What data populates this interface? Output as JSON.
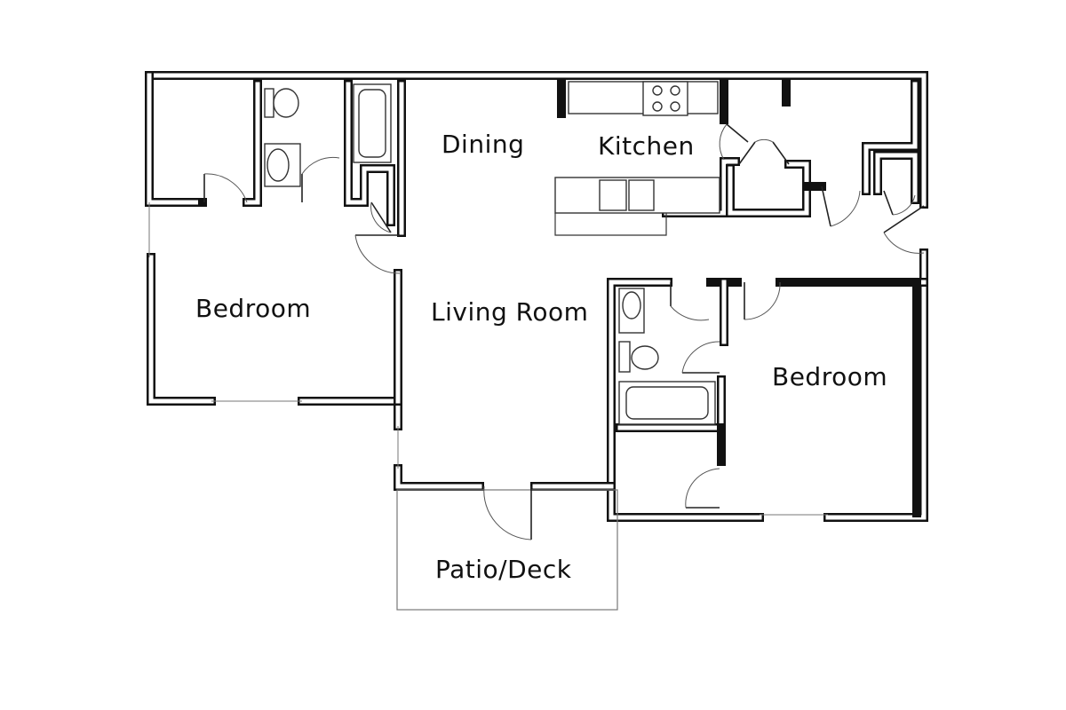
{
  "rooms": {
    "bedroom_left": "Bedroom",
    "dining": "Dining",
    "kitchen": "Kitchen",
    "living_room": "Living Room",
    "bedroom_right": "Bedroom",
    "patio": "Patio/Deck"
  }
}
